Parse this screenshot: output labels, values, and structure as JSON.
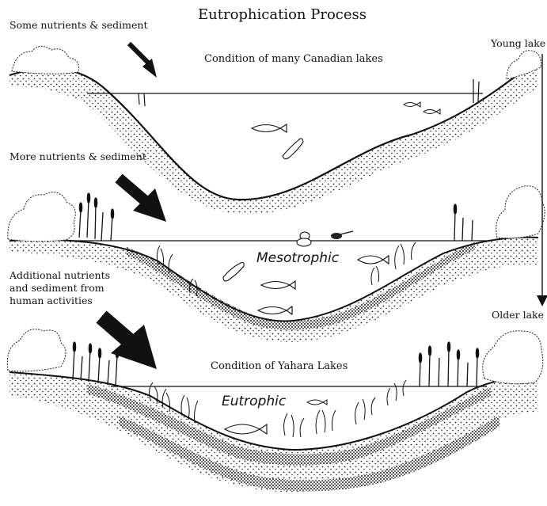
{
  "title": "Eutrophication Process",
  "stages": [
    {
      "input_label": "Some nutrients & sediment",
      "caption": "Condition of many Canadian lakes",
      "state_label": ""
    },
    {
      "input_label": "More nutrients & sediment",
      "caption": "",
      "state_label": "Mesotrophic"
    },
    {
      "input_label": "Additional nutrients and sediment from human activities",
      "input_lines": [
        "Additional nutrients",
        "and sediment from",
        "human activities"
      ],
      "caption": "Condition of Yahara Lakes",
      "state_label": "Eutrophic"
    }
  ],
  "timeline": {
    "start": "Young lake",
    "end": "Older lake"
  }
}
